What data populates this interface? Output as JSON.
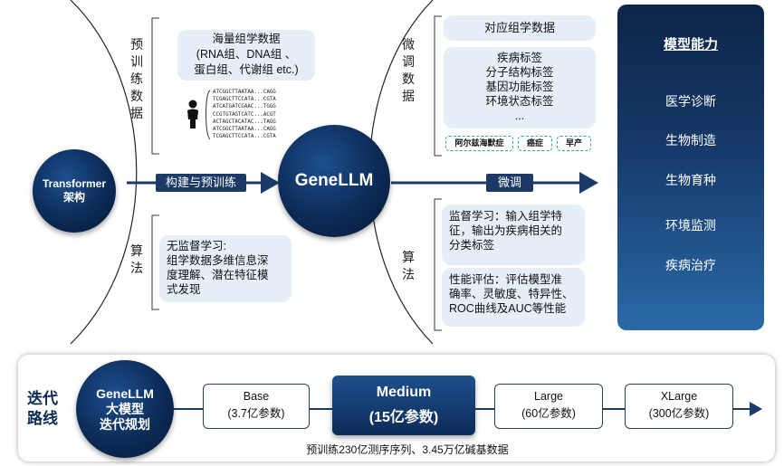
{
  "colors": {
    "navy": "#0c2b57",
    "light_box": "#e6eef7",
    "teal_dash": "#2aa6a6",
    "arrow": "#1c3a68"
  },
  "left": {
    "pretrain_label": [
      "预",
      "训",
      "练",
      "数",
      "据"
    ],
    "algo_label": [
      "算",
      "法"
    ],
    "data_box": "海量组学数据\n(RNA组、DNA组 、\n蛋白组、代谢组 etc.)",
    "dna_lines": [
      "ATCGGCTTAATAA...CAGG",
      "TCGAGCTTCCATA...CGTA",
      "ATCATGATCGAAC...TGGG",
      "CCGTGTAGTCATC...ACGT",
      "ACTAGCTACATAC...TAGG",
      "ATCGGCTTAATAA...CAGG",
      "TCGAGCTTCCATA...CGTA"
    ],
    "person_icon": "person-icon",
    "algo_box": "无监督学习:\n组学数据多维信息深\n度理解、潜在特征模\n式发现"
  },
  "flow": {
    "transformer": "Transformer\n架构",
    "build_label": "构建与预训练",
    "genellm": "GeneLLM",
    "finetune_label": "微调"
  },
  "right": {
    "finetune_data_label": [
      "微",
      "调",
      "数",
      "据"
    ],
    "algo_label": [
      "算",
      "法"
    ],
    "omics_title": "对应组学数据",
    "labels_box": "疾病标签\n分子结构标签\n基因功能标签\n环境状态标签\n...",
    "tags": [
      "阿尔兹海默症",
      "癌症",
      "早产"
    ],
    "supervised_box": "监督学习：输入组学特\n征，输出为疾病相关的\n分类标签",
    "eval_box": "性能评估：评估模型准\n确率、灵敏度、特异性、\nROC曲线及AUC等性能"
  },
  "capabilities": {
    "title": "模型能力",
    "items": [
      "医学诊断",
      "生物制造",
      "生物育种",
      "环境监测",
      "疾病治疗"
    ]
  },
  "roadmap": {
    "label": "迭代\n路线",
    "circle": "GeneLLM\n大模型\n迭代规划",
    "models": [
      {
        "name": "Base",
        "params": "(3.7亿参数)"
      },
      {
        "name": "Medium",
        "params": "(15亿参数)"
      },
      {
        "name": "Large",
        "params": "(60亿参数)"
      },
      {
        "name": "XLarge",
        "params": "(300亿参数)"
      }
    ],
    "note": "预训练230亿测序序列、3.45万亿碱基数据"
  }
}
